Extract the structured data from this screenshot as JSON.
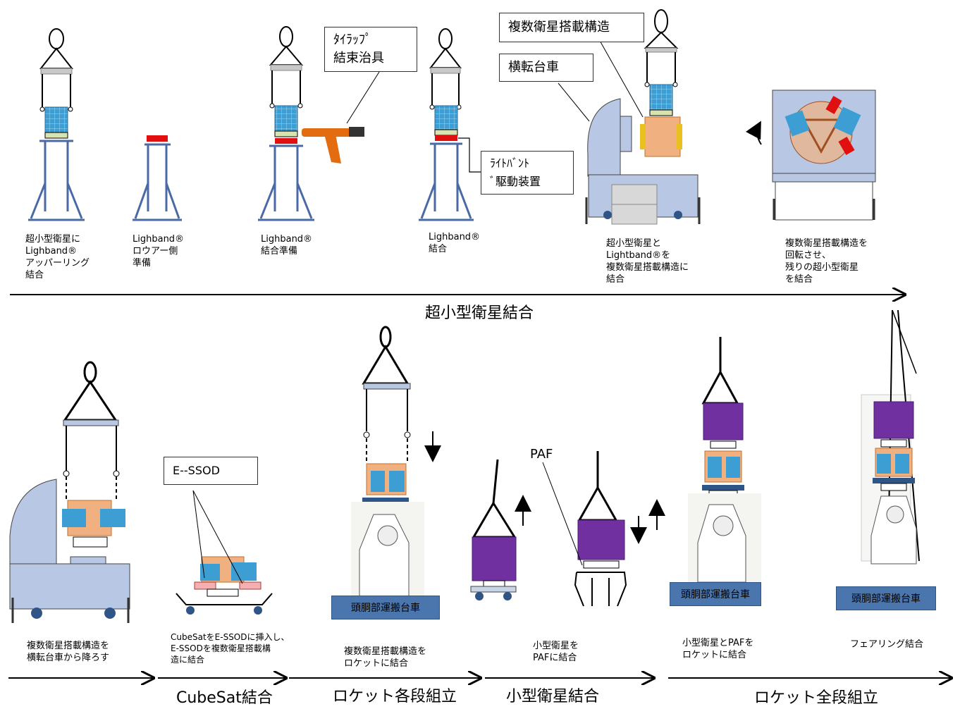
{
  "top_row": {
    "steps": [
      {
        "caption": "超小型衛星に\nLighband®\nアッパーリング\n結合"
      },
      {
        "caption": "Lighband®\nロウアー側\n準備"
      },
      {
        "caption": "Lighband®\n結合準備"
      },
      {
        "caption": "Lighband®\n結合"
      },
      {
        "caption": "超小型衛星と\nLightband®を\n複数衛星搭載構造に\n結合"
      },
      {
        "caption": "複数衛星搭載構造を\n回転させ、\n残りの超小型衛星\nを結合"
      }
    ],
    "callouts": {
      "tie_wrap": "ﾀｲﾗｯﾌﾟ\n結束治具",
      "multi_sat": "複数衛星搭載構造",
      "turn_cart": "横転台車",
      "lightband_drive": "ﾗｲﾄﾊﾞﾝﾄ\nﾞ駆動装置"
    },
    "stage_label": "超小型衛星結合"
  },
  "bottom_row": {
    "steps": [
      {
        "caption": "複数衛星搭載構造を\n横転台車から降ろす"
      },
      {
        "caption": "CubeSatをE-SSODに挿入し、\nE-SSODを複数衛星搭載構\n造に結合"
      },
      {
        "caption": "複数衛星搭載構造を\nロケットに結合"
      },
      {
        "caption": "小型衛星を\nPAFに結合"
      },
      {
        "caption": "小型衛星とPAFを\nロケットに結合"
      },
      {
        "caption": "フェアリング結合"
      }
    ],
    "callouts": {
      "essod": "E--SSOD",
      "paf": "PAF"
    },
    "cart_labels": [
      "頭胴部運搬台車",
      "頭胴部運搬台車",
      "頭胴部運搬台車"
    ],
    "stages": [
      "CubeSat結合",
      "ロケット各段組立",
      "小型衛星結合",
      "ロケット全段組立"
    ]
  },
  "colors": {
    "frame": "#4a6aa5",
    "satellite_panel": "#3d9ed3",
    "ring_red": "#e01010",
    "ring_yellow": "#e8c020",
    "sat_body": "#f0b080",
    "purple_sat": "#7030a0",
    "cart_blue": "#4a76ad",
    "turn_cart": "#b8c8e4"
  }
}
